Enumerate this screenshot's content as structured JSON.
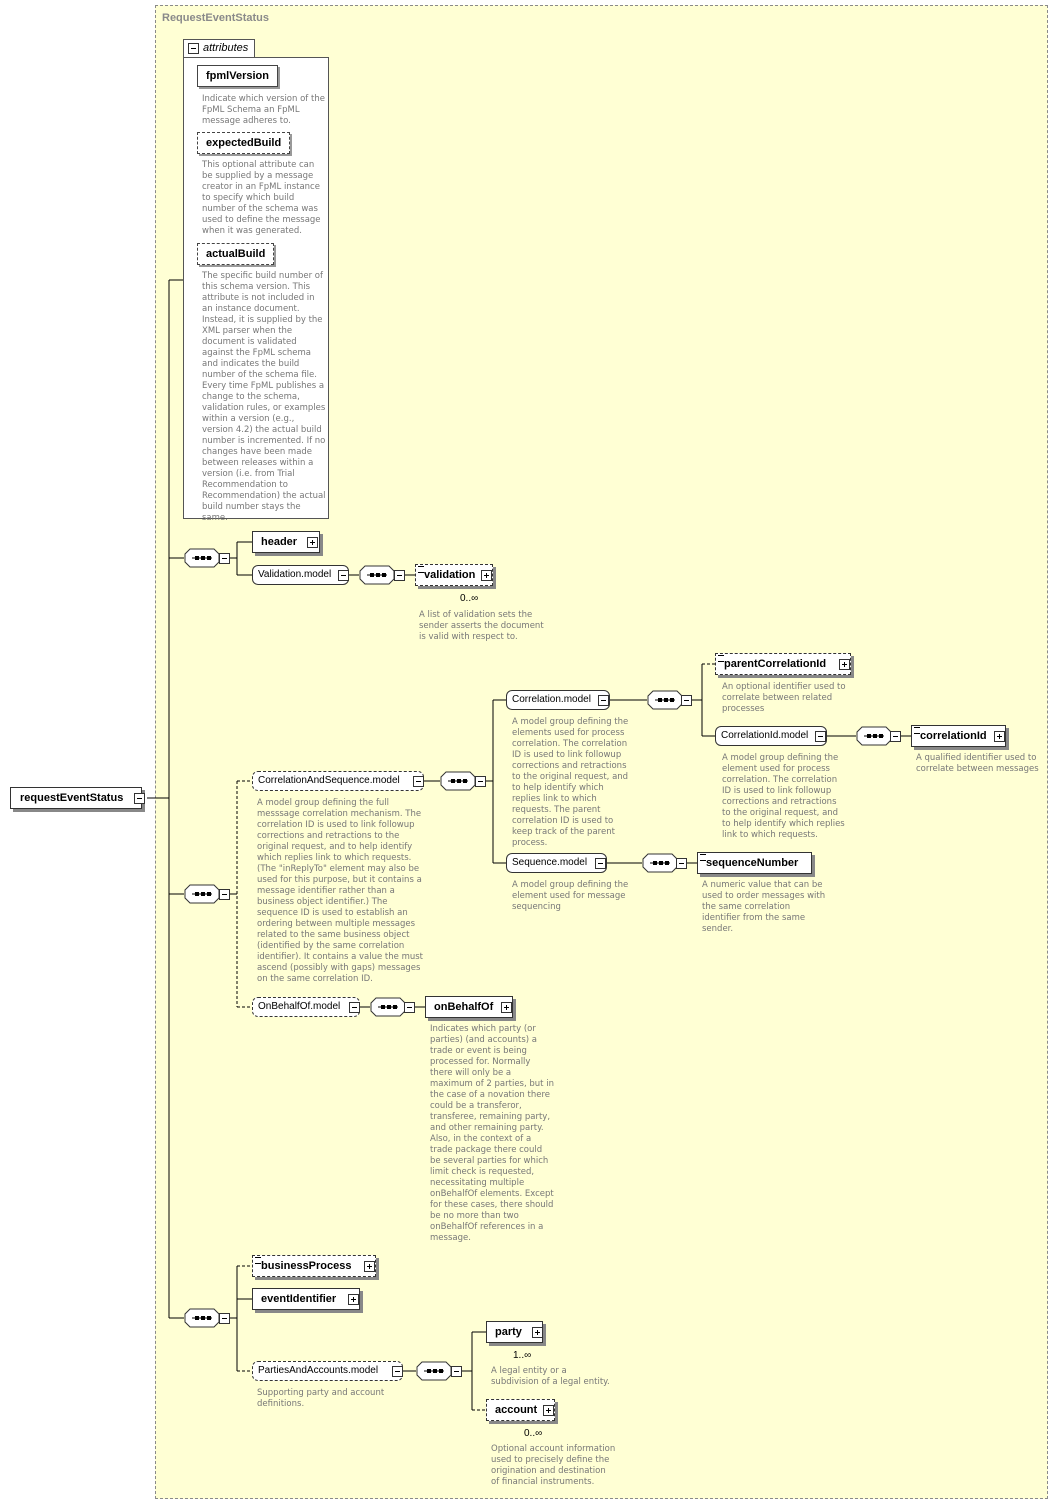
{
  "type_name": "RequestEventStatus",
  "root_element": "requestEventStatus",
  "attributes": {
    "tab_label": "attributes",
    "items": [
      {
        "name": "fpmlVersion",
        "optional": false,
        "doc": "Indicate which version of the FpML Schema an FpML message adheres to."
      },
      {
        "name": "expectedBuild",
        "optional": true,
        "doc": "This optional attribute can be supplied by a message creator in an FpML instance to specify which build number of the schema was used to define the message when it was generated."
      },
      {
        "name": "actualBuild",
        "optional": true,
        "doc": "The specific build number of this schema version. This attribute is not included in an instance document. Instead, it is supplied by the XML parser when the document is validated against the FpML schema and indicates the build number of the schema file. Every time FpML publishes a change to the schema, validation rules, or examples within a version (e.g., version 4.2) the actual build number is incremented. If no changes have been made between releases within a version (i.e. from Trial Recommendation to Recommendation) the actual build number stays the same."
      }
    ]
  },
  "nodes": {
    "header": {
      "label": "header"
    },
    "validation_model": {
      "label": "Validation.model"
    },
    "validation": {
      "label": "validation",
      "cardinality": "0..∞",
      "doc": "A list of validation sets the sender asserts the document is valid with respect to."
    },
    "correlation_and_sequence_model": {
      "label": "CorrelationAndSequence.model",
      "doc": "A model group defining the full messsage correlation mechanism. The correlation ID is used to link followup corrections and retractions to the original request, and to help identify which replies link to which requests. (The \"inReplyTo\" element may also be used for this purpose, but it contains a message identifier rather than a business object identifier.) The sequence ID is used to establish an ordering between multiple messages related to the same business object (identified by the same correlation identifier). It contains a value the must ascend (possibly with gaps) messages on the same correlation ID."
    },
    "correlation_model": {
      "label": "Correlation.model",
      "doc": "A model group defining the elements used for process correlation. The correlation ID is used to link followup corrections and retractions to the original request, and to help identify which replies link to which requests. The parent correlation ID is used to keep track of the parent process."
    },
    "parent_correlation_id": {
      "label": "parentCorrelationId",
      "doc": "An optional identifier used to correlate between related processes"
    },
    "correlation_id_model": {
      "label": "CorrelationId.model",
      "doc": "A model group defining the element used for process correlation. The correlation ID is used to link followup corrections and retractions to the original request, and to help identify which replies link to which requests."
    },
    "correlation_id": {
      "label": "correlationId",
      "doc": "A qualified identifier used to correlate between messages"
    },
    "sequence_model": {
      "label": "Sequence.model",
      "doc": "A model group defining the element used for message sequencing"
    },
    "sequence_number": {
      "label": "sequenceNumber",
      "doc": "A numeric value that can be used to order messages with the same correlation identifier from the same sender."
    },
    "on_behalf_of_model": {
      "label": "OnBehalfOf.model"
    },
    "on_behalf_of": {
      "label": "onBehalfOf",
      "doc": "Indicates which party (or parties) (and accounts) a trade or event is being processed for. Normally there will only be a maximum of 2 parties, but in the case of a novation there could be a transferor, transferee, remaining party, and other remaining party. Also, in the context of a trade package there could be several parties for which limit check is requested, necessitating multiple onBehalfOf elements. Except for these cases, there should be no more than two onBehalfOf references in a message."
    },
    "business_process": {
      "label": "businessProcess"
    },
    "event_identifier": {
      "label": "eventIdentifier"
    },
    "parties_and_accounts_model": {
      "label": "PartiesAndAccounts.model",
      "doc": "Supporting party and account definitions."
    },
    "party": {
      "label": "party",
      "cardinality": "1..∞",
      "doc": "A legal entity or a subdivision of a legal entity."
    },
    "account": {
      "label": "account",
      "cardinality": "0..∞",
      "doc": "Optional account information used to precisely define the origination and destination of financial instruments."
    }
  },
  "colors": {
    "type_background": "#ffffd4",
    "type_border": "#8a8a8a",
    "doc_text": "#777777"
  }
}
